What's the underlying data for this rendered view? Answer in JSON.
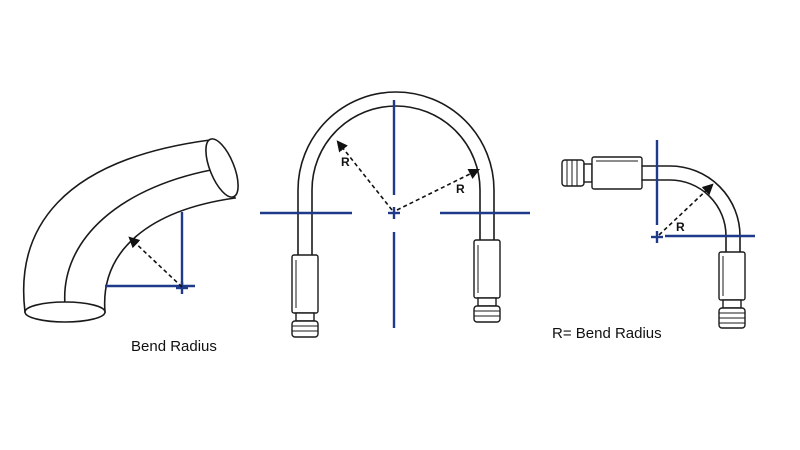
{
  "labels": {
    "caption_left": "Bend Radius",
    "caption_right": "R= Bend Radius",
    "r_middle_left": "R",
    "r_middle_right": "R",
    "r_right": "R"
  },
  "colors": {
    "axis_blue": "#1f3a8a",
    "outline": "#1a1a1a",
    "background": "#ffffff"
  }
}
